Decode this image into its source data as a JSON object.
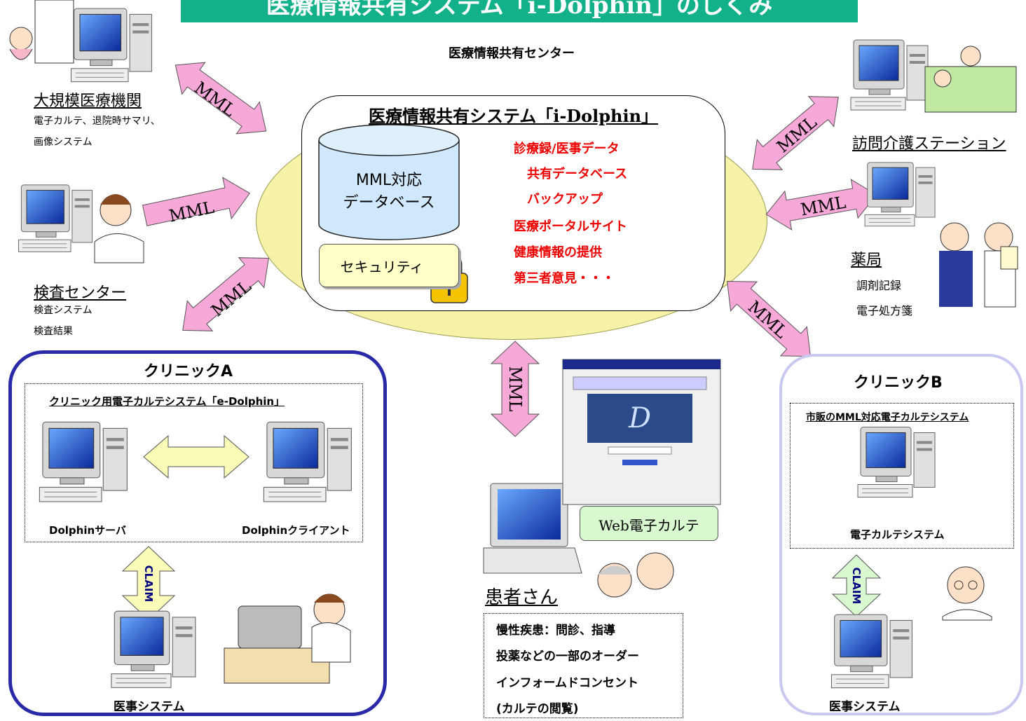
{
  "title": "医療情報共有システム「i-Dolphin」のしくみ",
  "center": {
    "label": "医療情報共有センター",
    "system_title": "医療情報共有システム「i-Dolphin」",
    "database_line1": "MML対応",
    "database_line2": "データベース",
    "security": "セキュリティ",
    "services": [
      "診療録/医事データ",
      "共有データベース",
      "バックアップ",
      "医療ポータルサイト",
      "健康情報の提供",
      "第三者意見・・・"
    ]
  },
  "nodes": {
    "large_hospital": {
      "title": "大規模医療機関",
      "line1": "電子カルテ、退院時サマリ、",
      "line2": "画像システム"
    },
    "lab_center": {
      "title": "検査センター",
      "line1": "検査システム",
      "line2": "検査結果"
    },
    "home_nursing": {
      "title": "訪問介護ステーション"
    },
    "pharmacy": {
      "title": "薬局",
      "line1": "調剤記録",
      "line2": "電子処方箋"
    }
  },
  "clinic_a": {
    "title": "クリニックA",
    "system": "クリニック用電子カルテシステム「e-Dolphin」",
    "server": "Dolphinサーバ",
    "client": "Dolphinクライアント",
    "billing": "医事システム"
  },
  "clinic_b": {
    "title": "クリニックB",
    "system": "市販のMML対応電子カルテシステム",
    "emr": "電子カルテシステム",
    "billing": "医事システム"
  },
  "patient": {
    "web_label": "Web電子カルテ",
    "title": "患者さん",
    "items": [
      "慢性疾患：問診、指導",
      "投薬などの一部のオーダー",
      "インフォームドコンセント",
      "(カルテの閲覧)"
    ]
  },
  "arrows": {
    "mml": "MML",
    "claim": "CLAIM"
  },
  "colors": {
    "title_bg": "#13b18a",
    "mml_arrow": "#f6a8d8",
    "hub": "#f6f3a9",
    "red_text": "#ee0000",
    "clinic_a_border": "#2a2aa8",
    "clinic_b_border": "#c8c8f0"
  }
}
